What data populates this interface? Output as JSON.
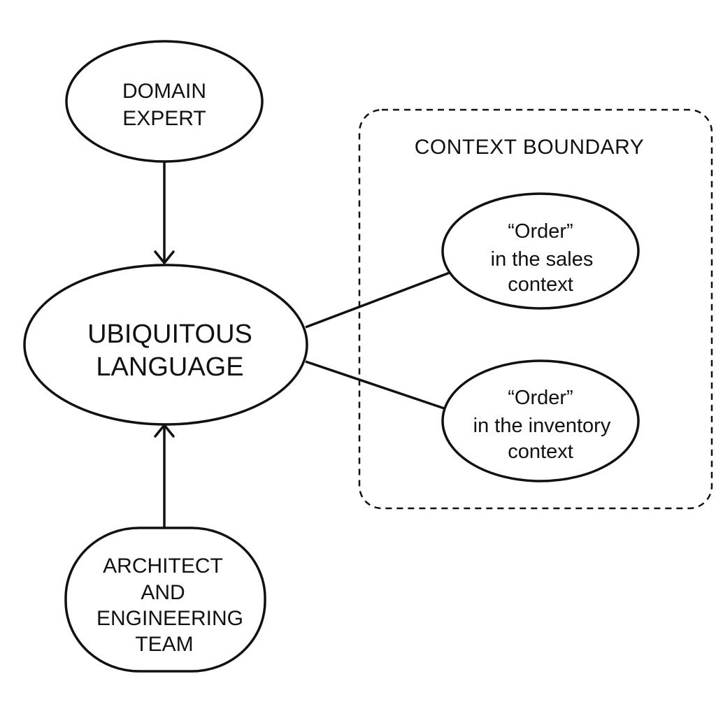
{
  "nodes": {
    "domain_expert": {
      "lines": [
        "DOMAIN",
        "EXPERT"
      ]
    },
    "ubiquitous_language": {
      "lines": [
        "UBIQUITOUS",
        "LANGUAGE"
      ]
    },
    "architect_team": {
      "lines": [
        "ARCHITECT",
        "AND",
        "ENGINEERING",
        "TEAM"
      ]
    },
    "order_sales": {
      "lines": [
        "“Order”",
        "in the sales",
        "context"
      ]
    },
    "order_inventory": {
      "lines": [
        "“Order”",
        "in the inventory",
        "context"
      ]
    }
  },
  "boundary": {
    "label": "CONTEXT BOUNDARY"
  }
}
